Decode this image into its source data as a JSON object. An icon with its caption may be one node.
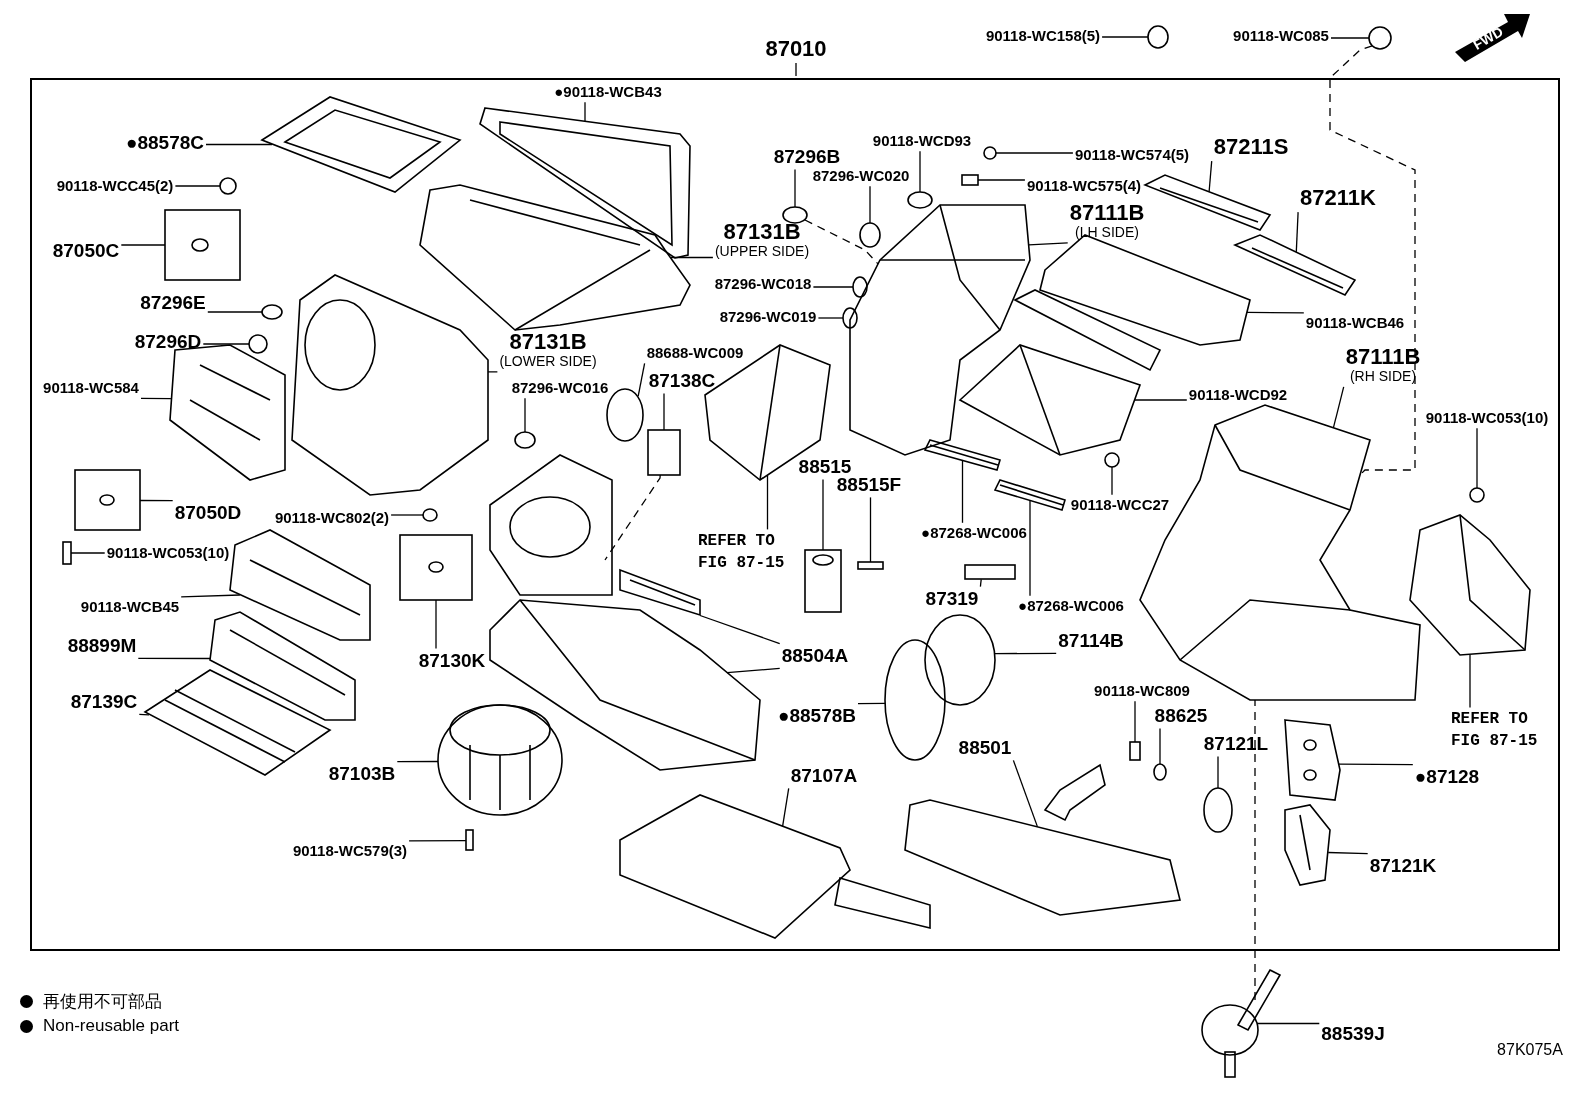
{
  "diagram": {
    "nodes": [
      {
        "text": [
          "87010"
        ]
      },
      {
        "text": [],
        "shape": "box"
      },
      {
        "text": [
          "90118-WC158(5)"
        ]
      },
      {
        "text": [
          "90118-WC085"
        ]
      },
      {
        "text": [
          "●88578C"
        ],
        "in": 1
      },
      {
        "text": [
          "●90118-WCB43"
        ],
        "in": 1
      },
      {
        "text": [
          "90118-WCC45(2)"
        ],
        "in": 1
      },
      {
        "text": [
          "87050C"
        ],
        "in": 1
      },
      {
        "text": [
          "87296E"
        ],
        "in": 1
      },
      {
        "text": [
          "87296D"
        ],
        "in": 1
      },
      {
        "text": [
          "87131B",
          "(UPPER SIDE)"
        ],
        "in": 1
      },
      {
        "text": [
          "87131B",
          "(LOWER SIDE)"
        ],
        "in": 1
      },
      {
        "text": [
          "88688-WC009"
        ],
        "in": 1
      },
      {
        "text": [
          "90118-WC584"
        ],
        "in": 1
      },
      {
        "text": [
          "87296-WC016"
        ],
        "in": 1
      },
      {
        "text": [
          "87138C"
        ],
        "in": 1
      },
      {
        "text": [
          "87296B"
        ],
        "in": 1
      },
      {
        "text": [
          "87296-WC020"
        ],
        "in": 1
      },
      {
        "text": [
          "90118-WCD93"
        ],
        "in": 1
      },
      {
        "text": [
          "90118-WC574(5)"
        ],
        "in": 1
      },
      {
        "text": [
          "90118-WC575(4)"
        ],
        "in": 1
      },
      {
        "text": [
          "87211S"
        ],
        "in": 1
      },
      {
        "text": [
          "87211K"
        ],
        "in": 1
      },
      {
        "text": [
          "87111B",
          "(LH SIDE)"
        ],
        "in": 1
      },
      {
        "text": [
          "87296-WC018"
        ],
        "in": 1
      },
      {
        "text": [
          "87296-WC019"
        ],
        "in": 1
      },
      {
        "text": [
          "90118-WCB46"
        ],
        "in": 1
      },
      {
        "text": [
          "87111B",
          "(RH SIDE)"
        ],
        "in": 1
      },
      {
        "text": [
          "90118-WCD92"
        ],
        "in": 1
      },
      {
        "text": [
          "90118-WC053(10)"
        ],
        "in": 1
      },
      {
        "text": [
          "90118-WCC27"
        ],
        "in": 1
      },
      {
        "text": [
          "REFER TO FIG 87-15"
        ],
        "in": 1
      },
      {
        "text": [
          "88515"
        ],
        "in": 1
      },
      {
        "text": [
          "88515F"
        ],
        "in": 1
      },
      {
        "text": [
          "●87268-WC006"
        ],
        "in": 1
      },
      {
        "text": [
          "90118-WC802(2)"
        ],
        "in": 1
      },
      {
        "text": [
          "87050D"
        ],
        "in": 1
      },
      {
        "text": [
          "90118-WC053(10)"
        ],
        "in": 1
      },
      {
        "text": [
          "87319"
        ],
        "in": 1
      },
      {
        "text": [
          "●87268-WC006"
        ],
        "in": 1
      },
      {
        "text": [
          "90118-WCB45"
        ],
        "in": 1
      },
      {
        "text": [
          "88899M"
        ],
        "in": 1
      },
      {
        "text": [
          "87130K"
        ],
        "in": 1
      },
      {
        "text": [
          "88504A"
        ],
        "in": 1
      },
      {
        "text": [
          "87114B"
        ],
        "in": 1
      },
      {
        "text": [
          "●88578B"
        ],
        "in": 1
      },
      {
        "text": [
          "87139C"
        ],
        "in": 1
      },
      {
        "text": [
          "87103B"
        ],
        "in": 1
      },
      {
        "text": [
          "87107A"
        ],
        "in": 1
      },
      {
        "text": [
          "88501"
        ],
        "in": 1
      },
      {
        "text": [
          "90118-WC809"
        ],
        "in": 1
      },
      {
        "text": [
          "88625"
        ],
        "in": 1
      },
      {
        "text": [
          "87121L"
        ],
        "in": 1
      },
      {
        "text": [
          "REFER TO FIG 87-15"
        ],
        "in": 1
      },
      {
        "text": [
          "●87128"
        ],
        "in": 1
      },
      {
        "text": [
          "87121K"
        ],
        "in": 1
      },
      {
        "text": [
          "90118-WC579(3)"
        ],
        "in": 1
      },
      {
        "text": [
          "88539J"
        ]
      },
      {
        "text": [],
        "shape": "circle"
      },
      {
        "text": [],
        "shape": "circle"
      },
      {
        "text": [],
        "shape": "picture",
        "in": 1
      },
      {
        "text": [],
        "shape": "picture",
        "in": 1
      },
      {
        "text": [],
        "shape": "circle",
        "in": 1
      },
      {
        "text": [],
        "shape": "picture",
        "in": 1
      },
      {
        "text": [],
        "shape": "circle",
        "in": 1
      },
      {
        "text": [],
        "shape": "circle",
        "in": 1
      },
      {
        "text": [],
        "shape": "picture",
        "in": 1
      },
      {
        "text": [],
        "shape": "picture",
        "in": 1
      },
      {
        "text": [],
        "shape": "circle",
        "in": 1
      },
      {
        "text": [],
        "shape": "picture",
        "in": 1
      },
      {
        "text": [],
        "shape": "circle",
        "in": 1
      },
      {
        "text": [],
        "shape": "box",
        "in": 1
      },
      {
        "text": [],
        "shape": "circle",
        "in": 1
      },
      {
        "text": [],
        "shape": "circle",
        "in": 1
      },
      {
        "text": [],
        "shape": "circle",
        "in": 1
      },
      {
        "text": [],
        "shape": "circle",
        "in": 1
      },
      {
        "text": [],
        "shape": "box",
        "in": 1
      },
      {
        "text": [],
        "shape": "picture",
        "in": 1
      },
      {
        "text": [],
        "shape": "picture",
        "in": 1
      },
      {
        "text": [],
        "shape": "picture",
        "in": 1
      },
      {
        "text": [],
        "shape": "circle",
        "in": 1
      },
      {
        "text": [],
        "shape": "circle",
        "in": 1
      },
      {
        "text": [],
        "shape": "picture",
        "in": 1
      },
      {
        "text": [],
        "shape": "picture",
        "in": 1
      },
      {
        "text": [],
        "shape": "picture",
        "in": 1
      },
      {
        "text": [],
        "shape": "circle",
        "in": 1
      },
      {
        "text": [],
        "shape": "circle",
        "in": 1
      },
      {
        "text": [],
        "shape": "picture",
        "in": 1
      },
      {
        "text": [],
        "shape": "picture",
        "in": 1
      },
      {
        "text": [],
        "shape": "box",
        "in": 1
      },
      {
        "text": [],
        "shape": "picture",
        "in": 1
      },
      {
        "text": [],
        "shape": "circle",
        "in": 1
      },
      {
        "text": [],
        "shape": "picture",
        "in": 1
      },
      {
        "text": [],
        "shape": "box",
        "in": 1
      },
      {
        "text": [],
        "shape": "box",
        "in": 1
      },
      {
        "text": [],
        "shape": "picture",
        "in": 1
      },
      {
        "text": [],
        "shape": "picture",
        "in": 1
      },
      {
        "text": [],
        "shape": "picture",
        "in": 1
      },
      {
        "text": [],
        "shape": "picture",
        "in": 1
      },
      {
        "text": [],
        "shape": "picture",
        "in": 1
      },
      {
        "text": [],
        "shape": "picture",
        "in": 1
      },
      {
        "text": [],
        "shape": "circle",
        "in": 1
      },
      {
        "text": [],
        "shape": "circle",
        "in": 1
      },
      {
        "text": [],
        "shape": "picture",
        "in": 1
      },
      {
        "text": [],
        "shape": "picture",
        "in": 1
      },
      {
        "text": [],
        "shape": "picture",
        "in": 1
      },
      {
        "text": [],
        "shape": "picture",
        "in": 1
      },
      {
        "text": [],
        "shape": "box",
        "in": 1
      },
      {
        "text": [],
        "shape": "circle",
        "in": 1
      },
      {
        "text": [],
        "shape": "circle",
        "in": 1
      },
      {
        "text": [],
        "shape": "picture",
        "in": 1
      },
      {
        "text": [],
        "shape": "picture",
        "in": 1
      },
      {
        "text": [],
        "shape": "picture",
        "in": 1
      },
      {
        "text": [],
        "shape": "box",
        "in": 1
      },
      {
        "text": [],
        "shape": "picture"
      },
      {
        "text": [],
        "shape": "picture",
        "in": 1
      }
    ],
    "edges": [
      {
        "from": 0,
        "to": 1,
        "arrow": "none"
      },
      {
        "from": 2,
        "to": 58,
        "arrow": "none"
      },
      {
        "from": 3,
        "to": 59,
        "arrow": "none"
      },
      {
        "from": 4,
        "to": 60,
        "arrow": "none"
      },
      {
        "from": 5,
        "to": 61,
        "arrow": "none"
      },
      {
        "from": 6,
        "to": 62,
        "arrow": "none"
      },
      {
        "from": 7,
        "to": 63,
        "arrow": "none"
      },
      {
        "from": 8,
        "to": 64,
        "arrow": "none"
      },
      {
        "from": 9,
        "to": 65,
        "arrow": "none"
      },
      {
        "from": 10,
        "to": 66,
        "arrow": "none"
      },
      {
        "from": 11,
        "to": 67,
        "arrow": "none"
      },
      {
        "from": 12,
        "to": 68,
        "arrow": "none"
      },
      {
        "from": 13,
        "to": 69,
        "arrow": "none"
      },
      {
        "from": 14,
        "to": 70,
        "arrow": "none"
      },
      {
        "from": 15,
        "to": 71,
        "arrow": "none"
      },
      {
        "from": 16,
        "to": 72,
        "arrow": "none"
      },
      {
        "from": 17,
        "to": 73,
        "arrow": "none"
      },
      {
        "from": 18,
        "to": 74,
        "arrow": "none"
      },
      {
        "from": 19,
        "to": 75,
        "arrow": "none"
      },
      {
        "from": 20,
        "to": 76,
        "arrow": "none"
      },
      {
        "from": 21,
        "to": 77,
        "arrow": "none"
      },
      {
        "from": 22,
        "to": 78,
        "arrow": "none"
      },
      {
        "from": 23,
        "to": 79,
        "arrow": "none"
      },
      {
        "from": 24,
        "to": 80,
        "arrow": "none"
      },
      {
        "from": 25,
        "to": 81,
        "arrow": "none"
      },
      {
        "from": 26,
        "to": 82,
        "arrow": "none"
      },
      {
        "from": 27,
        "to": 83,
        "arrow": "none"
      },
      {
        "from": 28,
        "to": 84,
        "arrow": "none"
      },
      {
        "from": 29,
        "to": 85,
        "arrow": "none"
      },
      {
        "from": 30,
        "to": 86,
        "arrow": "none"
      },
      {
        "from": 31,
        "to": 87,
        "arrow": "none"
      },
      {
        "from": 32,
        "to": 88,
        "arrow": "none"
      },
      {
        "from": 33,
        "to": 89,
        "arrow": "none"
      },
      {
        "from": 34,
        "to": 90,
        "arrow": "none"
      },
      {
        "from": 35,
        "to": 91,
        "arrow": "none"
      },
      {
        "from": 36,
        "to": 92,
        "arrow": "none"
      },
      {
        "from": 37,
        "to": 93,
        "arrow": "none"
      },
      {
        "from": 38,
        "to": 94,
        "arrow": "none"
      },
      {
        "from": 39,
        "to": 95,
        "arrow": "none"
      },
      {
        "from": 40,
        "to": 96,
        "arrow": "none"
      },
      {
        "from": 41,
        "to": 97,
        "arrow": "none"
      },
      {
        "from": 42,
        "to": 98,
        "arrow": "none"
      },
      {
        "from": 43,
        "to": 99,
        "arrow": "none"
      },
      {
        "from": 43,
        "to": 100,
        "arrow": "none"
      },
      {
        "from": 44,
        "to": 101,
        "arrow": "none"
      },
      {
        "from": 45,
        "to": 102,
        "arrow": "none"
      },
      {
        "from": 46,
        "to": 103,
        "arrow": "none"
      },
      {
        "from": 47,
        "to": 104,
        "arrow": "none"
      },
      {
        "from": 48,
        "to": 105,
        "arrow": "none"
      },
      {
        "from": 49,
        "to": 106,
        "arrow": "none"
      },
      {
        "from": 50,
        "to": 107,
        "arrow": "none"
      },
      {
        "from": 51,
        "to": 108,
        "arrow": "none"
      },
      {
        "from": 52,
        "to": 109,
        "arrow": "none"
      },
      {
        "from": 53,
        "to": 110,
        "arrow": "none"
      },
      {
        "from": 54,
        "to": 111,
        "arrow": "none"
      },
      {
        "from": 55,
        "to": 112,
        "arrow": "none"
      },
      {
        "from": 56,
        "to": 113,
        "arrow": "none"
      },
      {
        "from": 57,
        "to": 114,
        "arrow": "none"
      },
      {
        "from": 59,
        "to": 83,
        "arrow": "none",
        "style": "dashed"
      },
      {
        "from": 114,
        "to": 83,
        "arrow": "none",
        "style": "dashed"
      },
      {
        "from": 72,
        "to": 79,
        "arrow": "none",
        "style": "dashed"
      },
      {
        "from": 71,
        "to": 115,
        "arrow": "none",
        "style": "dashed"
      }
    ],
    "labels": [
      "FWD",
      "87K075A"
    ],
    "legend": [
      {
        "text": "再使用不可部品"
      },
      {
        "text": "Non-reusable part"
      }
    ]
  }
}
